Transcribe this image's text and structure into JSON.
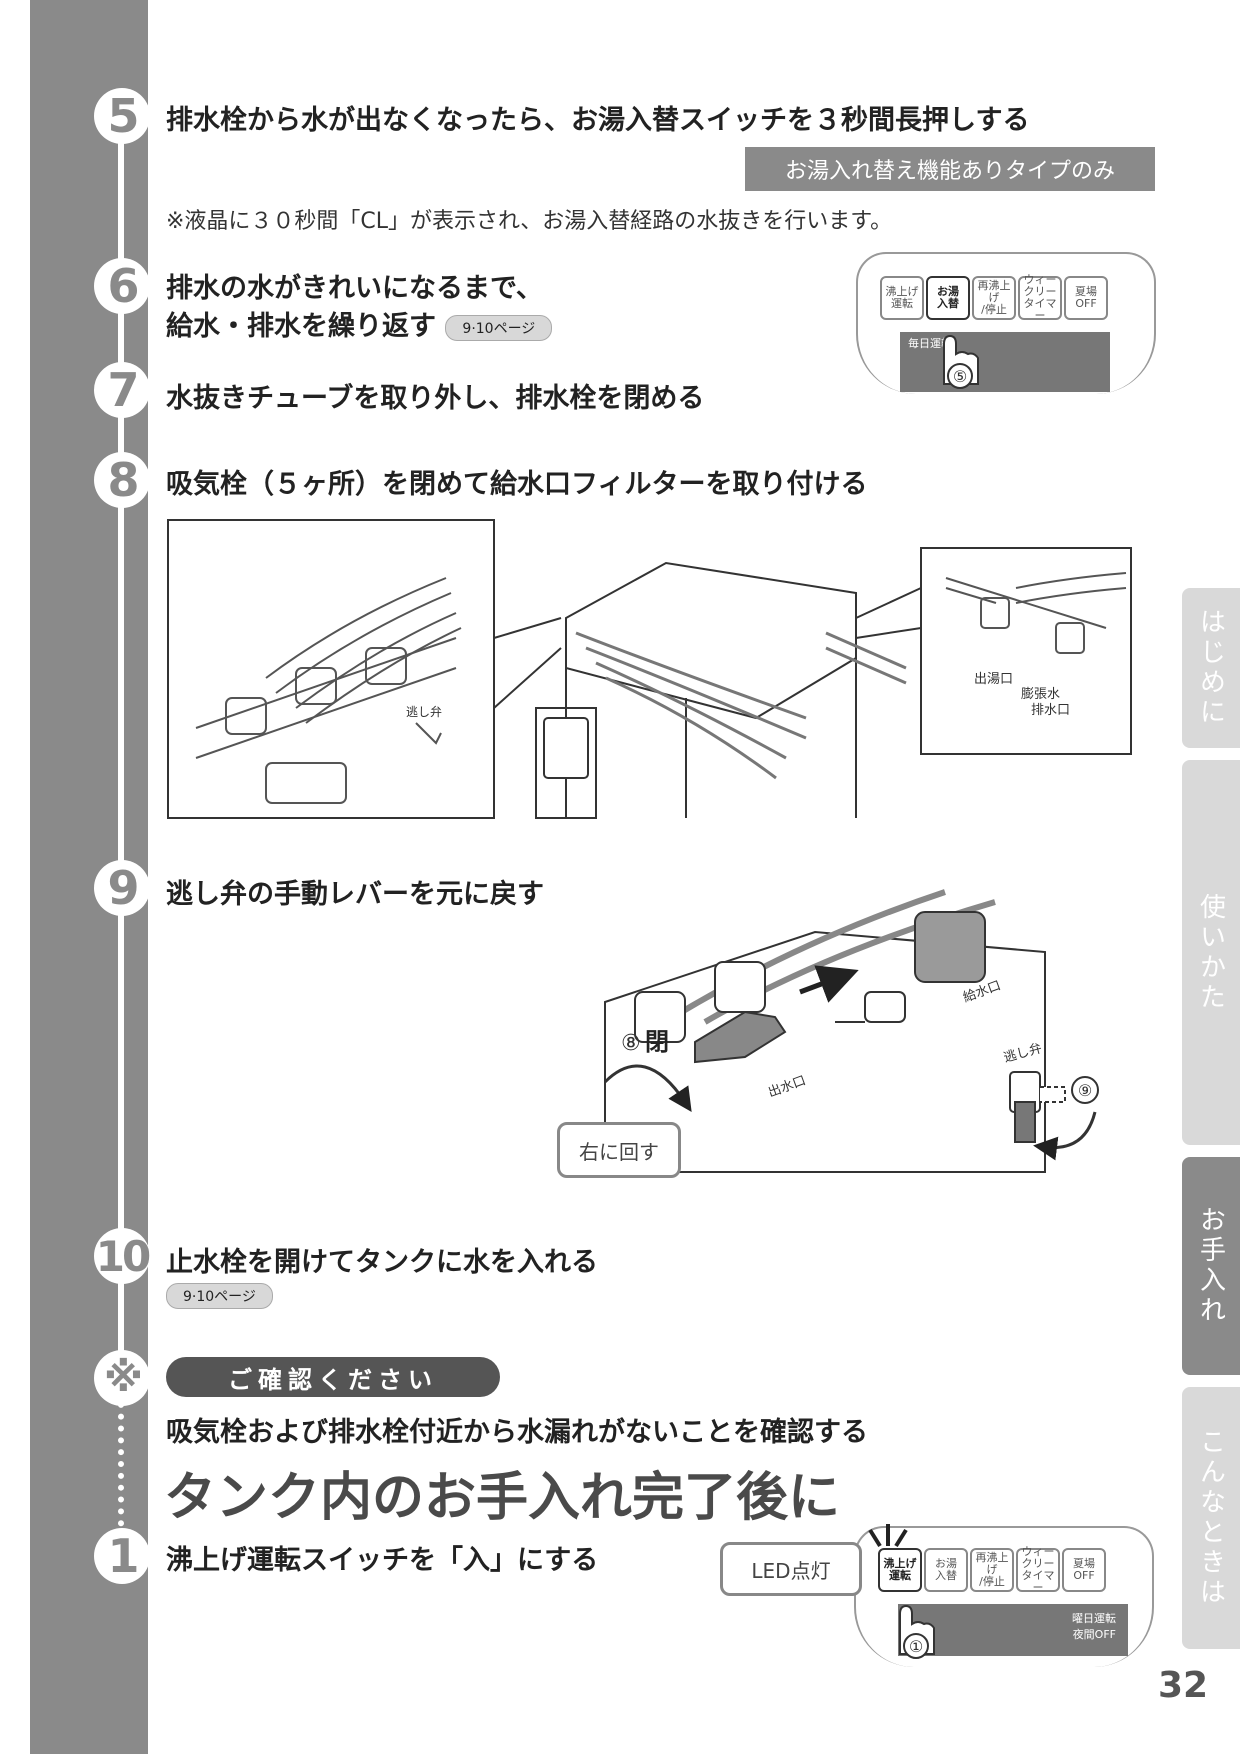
{
  "steps": {
    "s5": {
      "num": "5",
      "text": "排水栓から水が出なくなったら、お湯入替スイッチを３秒間長押しする",
      "tag": "お湯入れ替え機能ありタイプのみ",
      "note": "※液晶に３０秒間「CL」が表示され、お湯入替経路の水抜きを行います。"
    },
    "s6": {
      "num": "6",
      "line1": "排水の水がきれいになるまで、",
      "line2": "給水・排水を繰り返す",
      "ref": "9·10ページ"
    },
    "s7": {
      "num": "7",
      "text": "水抜きチューブを取り外し、排水栓を閉める"
    },
    "s8": {
      "num": "8",
      "text": "吸気栓（５ヶ所）を閉めて給水口フィルターを取り付ける"
    },
    "s9": {
      "num": "9",
      "text": "逃し弁の手動レバーを元に戻す"
    },
    "s10": {
      "num": "10",
      "text": "止水栓を開けてタンクに水を入れる",
      "ref": "9·10ページ"
    }
  },
  "confirm": {
    "mark": "※",
    "pill": "ご確認ください",
    "text": "吸気栓および排水栓付近から水漏れがないことを確認する"
  },
  "after": {
    "title": "タンク内のお手入れ完了後に",
    "num": "1",
    "text": "沸上げ運転スイッチを「入」にする"
  },
  "panel_top": {
    "buttons": [
      {
        "label": "沸上げ\n運転"
      },
      {
        "label": "お湯\n入替"
      },
      {
        "label": "再沸上げ\n/停止"
      },
      {
        "label": "ウィークリー\nタイマー"
      },
      {
        "label": "夏場\nOFF"
      }
    ],
    "strip": "毎日運転",
    "marker": "⑤"
  },
  "panel_bottom": {
    "callout": "LED点灯",
    "buttons": [
      {
        "label": "沸上げ\n運転"
      },
      {
        "label": "お湯\n入替"
      },
      {
        "label": "再沸上げ\n/停止"
      },
      {
        "label": "ウィークリー\nタイマー"
      },
      {
        "label": "夏場\nOFF"
      }
    ],
    "strip1": "曜日運転",
    "strip2": "夜間OFF",
    "marker": "①"
  },
  "fig8_labels": {
    "outlet": "出湯口",
    "expansion": "膨張水",
    "drain": "排水口",
    "valve": "逃し弁"
  },
  "fig9_labels": {
    "closed_marker": "⑧",
    "closed": "閉",
    "turn_right": "右に回す",
    "relief": "逃し弁",
    "marker9": "⑨",
    "outlet": "出水口",
    "inlet": "給水口"
  },
  "sidetabs": [
    "はじめに",
    "使いかた",
    "お手入れ",
    "こんなときは"
  ],
  "page_number": "32",
  "colors": {
    "bar": "#8a8a8a",
    "tab": "#d9d9d9",
    "tab_active": "#8a8a8a"
  }
}
